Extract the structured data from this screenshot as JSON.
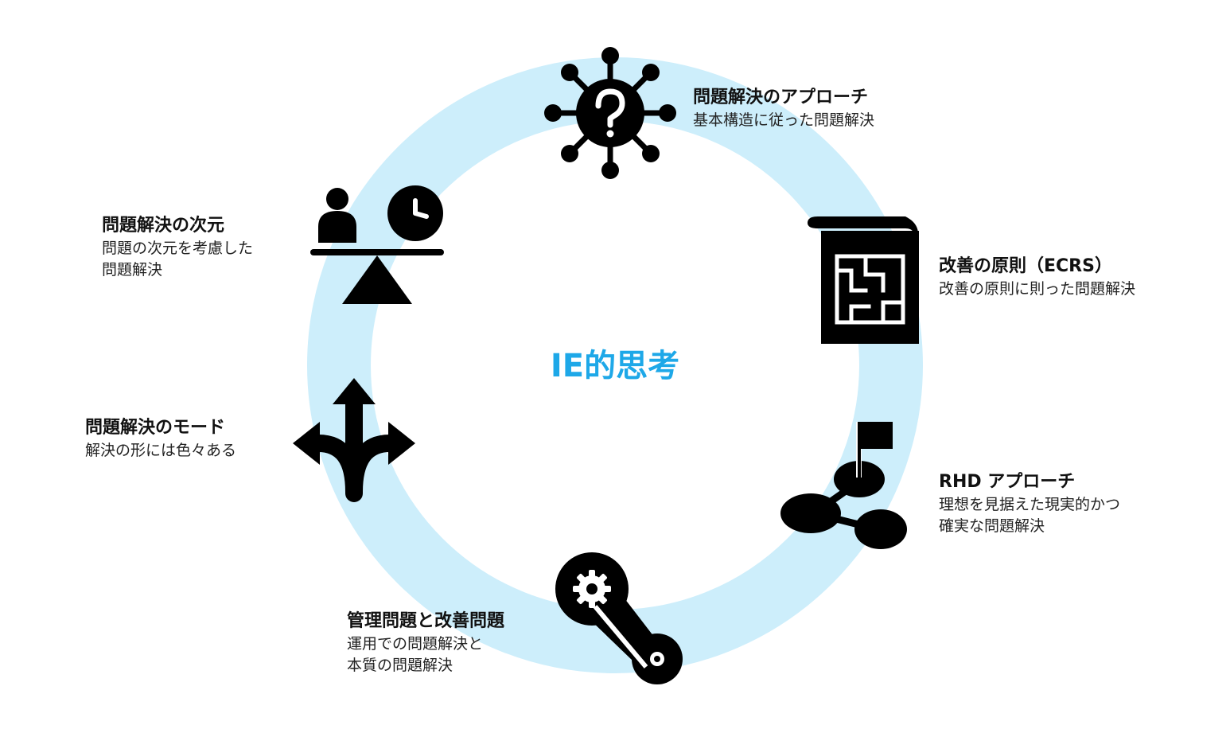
{
  "colors": {
    "ring": "#cdeefb",
    "accent": "#1ea8e8",
    "icon": "#000000",
    "text": "#111111"
  },
  "center": {
    "title": "IE的思考"
  },
  "nodes": [
    {
      "id": "approach",
      "icon": "question-virus-icon",
      "title": "問題解決のアプローチ",
      "desc": [
        "基本構造に従った問題解決"
      ]
    },
    {
      "id": "ecrs",
      "icon": "maze-scroll-icon",
      "title": "改善の原則（ECRS）",
      "desc": [
        "改善の原則に則った問題解決"
      ]
    },
    {
      "id": "rhd",
      "icon": "flag-path-icon",
      "title": "RHD アプローチ",
      "desc": [
        "理想を見据えた現実的かつ",
        "確実な問題解決"
      ]
    },
    {
      "id": "management",
      "icon": "gear-belt-icon",
      "title": "管理問題と改善問題",
      "desc": [
        "運用での問題解決と",
        "本質の問題解決"
      ]
    },
    {
      "id": "mode",
      "icon": "split-arrows-icon",
      "title": "問題解決のモード",
      "desc": [
        "解決の形には色々ある"
      ]
    },
    {
      "id": "dimension",
      "icon": "balance-person-clock-icon",
      "title": "問題解決の次元",
      "desc": [
        "問題の次元を考慮した",
        "問題解決"
      ]
    }
  ]
}
